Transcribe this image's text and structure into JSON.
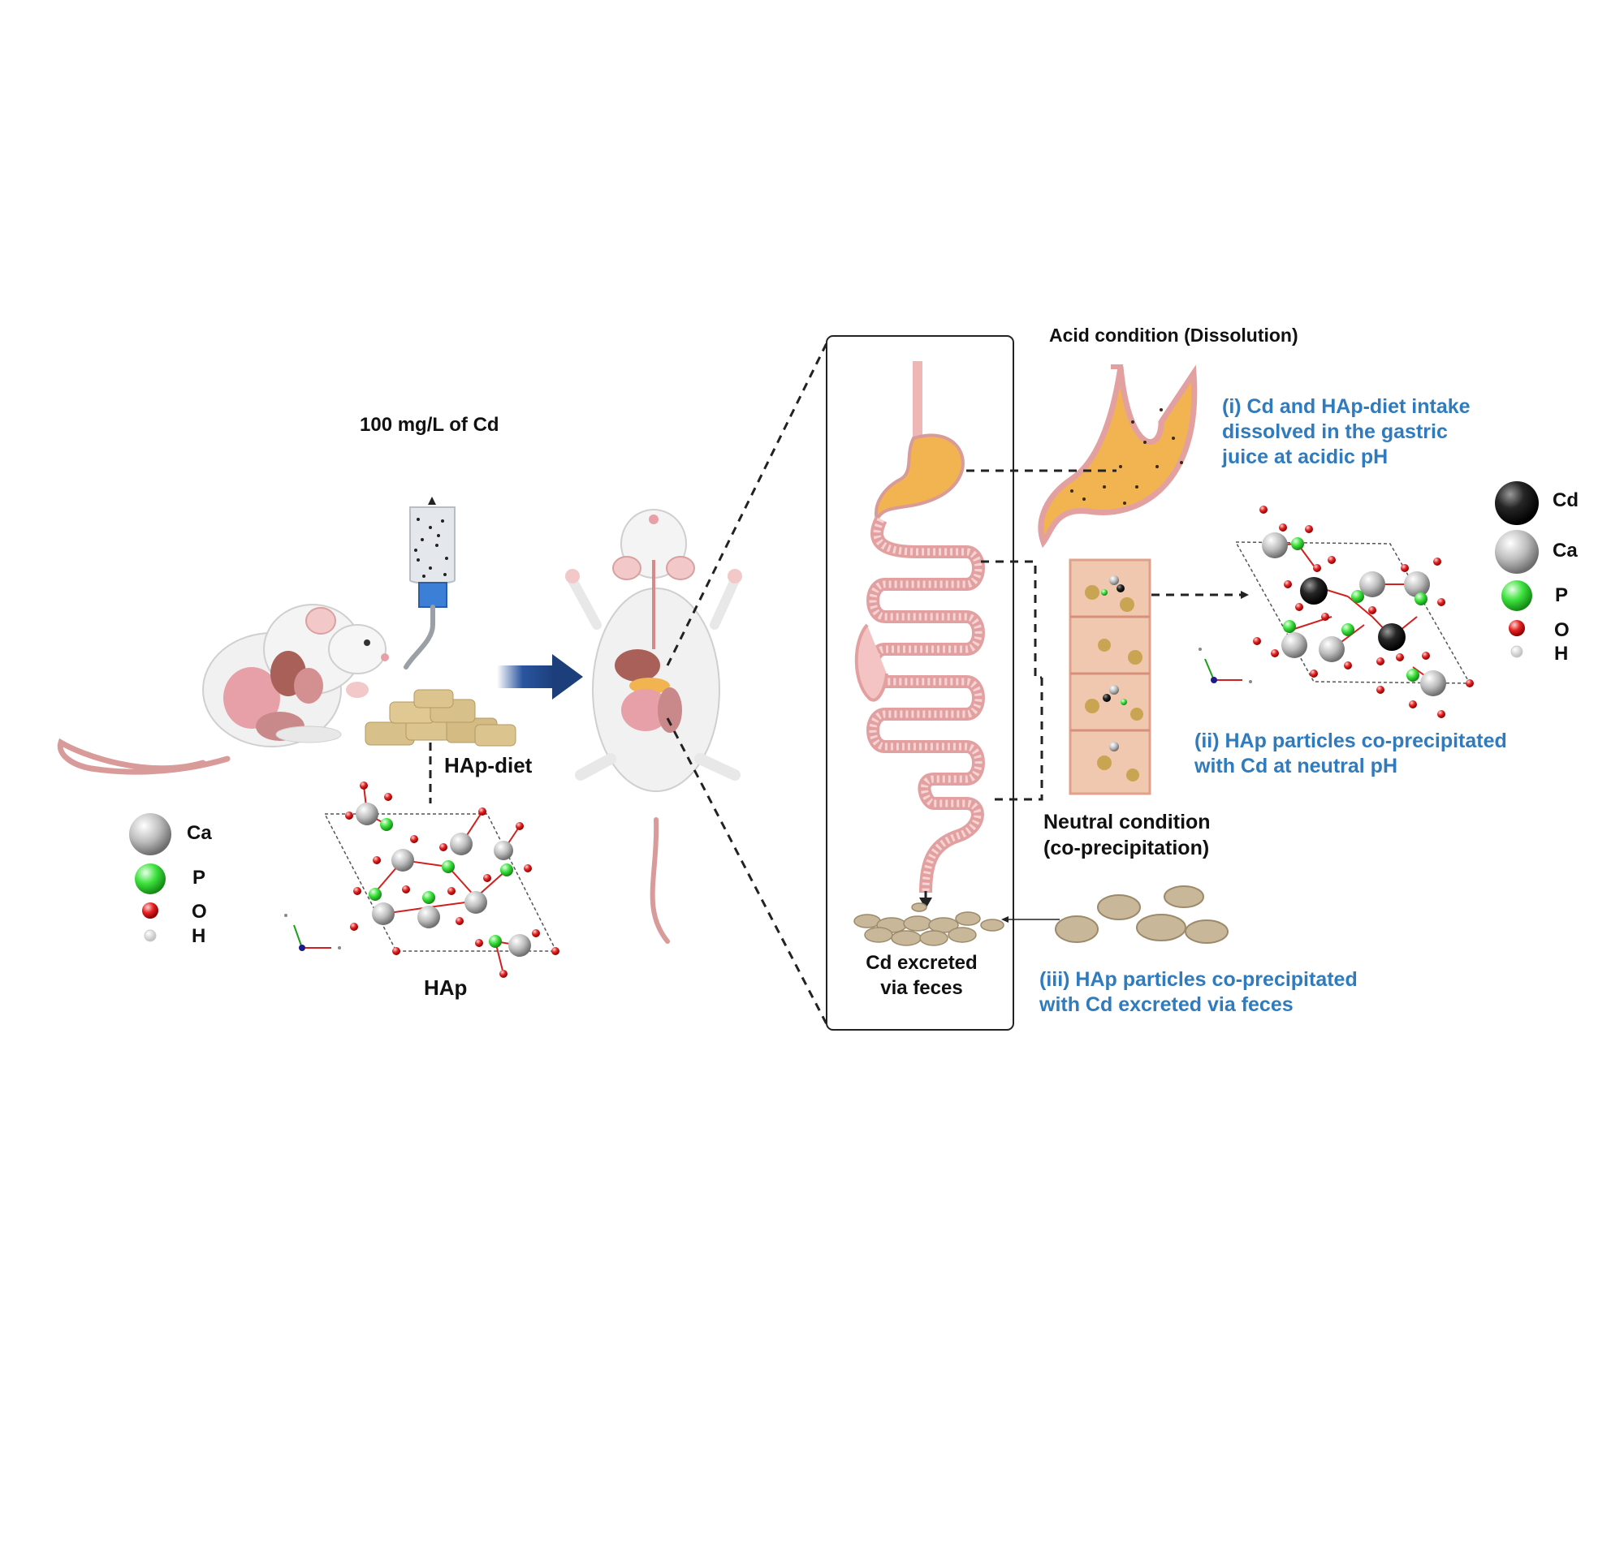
{
  "labels": {
    "cd_dose": "100 mg/L of Cd",
    "hap_diet": "HAp-diet",
    "hap": "HAp",
    "acid_condition": "Acid condition (Dissolution)",
    "neutral_condition_1": "Neutral condition",
    "neutral_condition_2": "(co-precipitation)",
    "excreted_1": "Cd excreted",
    "excreted_2": "via feces"
  },
  "steps": {
    "step1": [
      "(i) Cd and HAp-diet intake",
      "dissolved in the gastric",
      "juice at acidic pH"
    ],
    "step2": [
      "(ii) HAp particles co-precipitated",
      "with Cd at neutral pH"
    ],
    "step3": [
      "(iii) HAp particles co-precipitated",
      "with Cd excreted via feces"
    ]
  },
  "legend_left": [
    "Ca",
    "P",
    "O",
    "H"
  ],
  "legend_right": [
    "Cd",
    "Ca",
    "P",
    "O",
    "H"
  ],
  "colors": {
    "blue_text": "#2f7bbd",
    "arrow": "#1c3f7c",
    "stomach": "#f2b450",
    "intestine": "#f4c4c4",
    "ca_atom": "#bdbdbd",
    "p_atom": "#32d232",
    "o_atom": "#e02020",
    "cd_atom": "#1b1b1b",
    "food": "#d8c08a",
    "feces": "#c9b79a"
  }
}
